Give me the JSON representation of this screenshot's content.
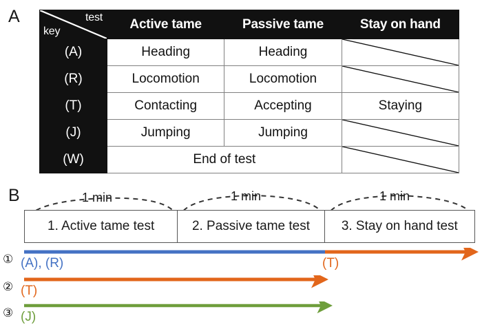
{
  "figure": {
    "panel_a_letter": "A",
    "panel_b_letter": "B"
  },
  "panel_a": {
    "corner": {
      "row_axis_label": "key",
      "col_axis_label": "test"
    },
    "columns": [
      "Active tame",
      "Passive tame",
      "Stay on hand"
    ],
    "rows": [
      {
        "key": "(A)",
        "active_tame": "Heading",
        "passive_tame": "Heading",
        "stay_on_hand": "",
        "stay_on_hand_struck": true
      },
      {
        "key": "(R)",
        "active_tame": "Locomotion",
        "passive_tame": "Locomotion",
        "stay_on_hand": "",
        "stay_on_hand_struck": true
      },
      {
        "key": "(T)",
        "active_tame": "Contacting",
        "passive_tame": "Accepting",
        "stay_on_hand": "Staying",
        "stay_on_hand_struck": false
      },
      {
        "key": "(J)",
        "active_tame": "Jumping",
        "passive_tame": "Jumping",
        "stay_on_hand": "",
        "stay_on_hand_struck": true
      },
      {
        "key": "(W)",
        "span_label": "End of test",
        "spans_two_columns": true,
        "stay_on_hand": "",
        "stay_on_hand_struck": true
      }
    ]
  },
  "panel_b": {
    "duration_labels": [
      "1 min",
      "1 min",
      "1 min"
    ],
    "test_boxes": [
      "1. Active tame test",
      "2. Passive tame test",
      "3. Stay on hand test"
    ],
    "timelines": [
      {
        "number": "①",
        "key_label": "(A), (R)",
        "key_color": "#4472C4",
        "end_label": "(T)",
        "end_label_color": "#E2661B"
      },
      {
        "number": "②",
        "key_label": "(T)",
        "key_color": "#E2661B",
        "end_label": "",
        "end_label_color": "#E2661B"
      },
      {
        "number": "③",
        "key_label": "(J)",
        "key_color": "#6E9E3C",
        "end_label": "",
        "end_label_color": "#6E9E3C"
      }
    ]
  },
  "colors": {
    "blue": "#4472C4",
    "orange": "#E2661B",
    "green": "#6E9E3C",
    "header_black": "#111111",
    "grid_gray": "#808080"
  }
}
